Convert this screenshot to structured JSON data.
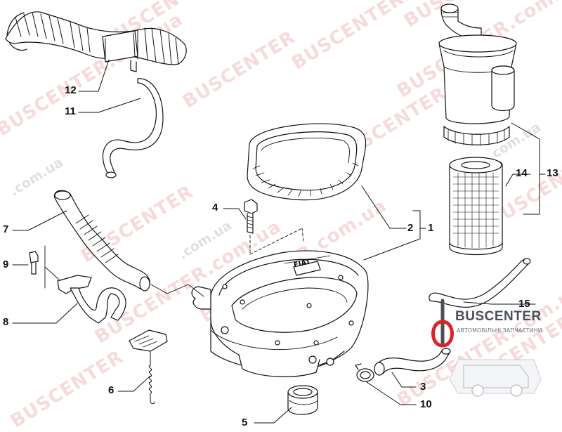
{
  "callouts": {
    "c1": "1",
    "c2": "2",
    "c3": "3",
    "c4": "4",
    "c5": "5",
    "c6": "6",
    "c7": "7",
    "c8": "8",
    "c9": "9",
    "c10": "10",
    "c11": "11",
    "c12": "12",
    "c13": "13",
    "c14": "14",
    "c15": "15"
  },
  "part_label": "FIAT",
  "watermark": {
    "brand": "BUSCENTER",
    "site": "BUSCENTER.com.ua",
    "domain": ".com.ua"
  },
  "logo": {
    "brand": "BUSCENTER",
    "tagline": "АВТОМОБІЛЬНІ ЗАПЧАСТИНИ"
  },
  "colors": {
    "line": "#111111",
    "watermark": "#d7464b",
    "logo_red": "#d8262b"
  }
}
